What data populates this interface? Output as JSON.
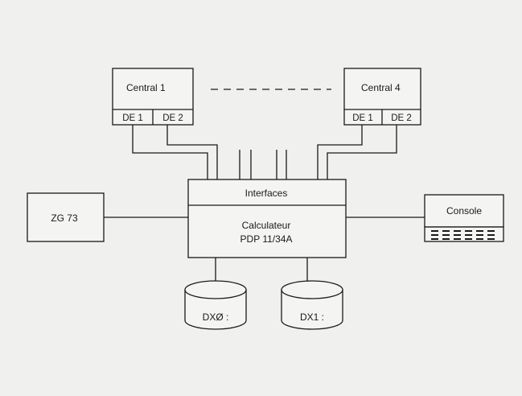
{
  "central_1": {
    "title": "Central  1",
    "ports": [
      "DE 1",
      "DE 2"
    ]
  },
  "central_4": {
    "title": "Central 4",
    "ports": [
      "DE 1",
      "DE 2"
    ]
  },
  "interfaces": "Interfaces",
  "computer": {
    "line1": "Calculateur",
    "line2": "PDP 11/34A"
  },
  "zg73": "ZG 73",
  "console": "Console",
  "disk_0": "DXØ :",
  "disk_1": "DX1 :",
  "colors": {
    "ink": "#1a1a1a",
    "paper": "#f0f0ee",
    "panel": "#f4f4f2"
  }
}
